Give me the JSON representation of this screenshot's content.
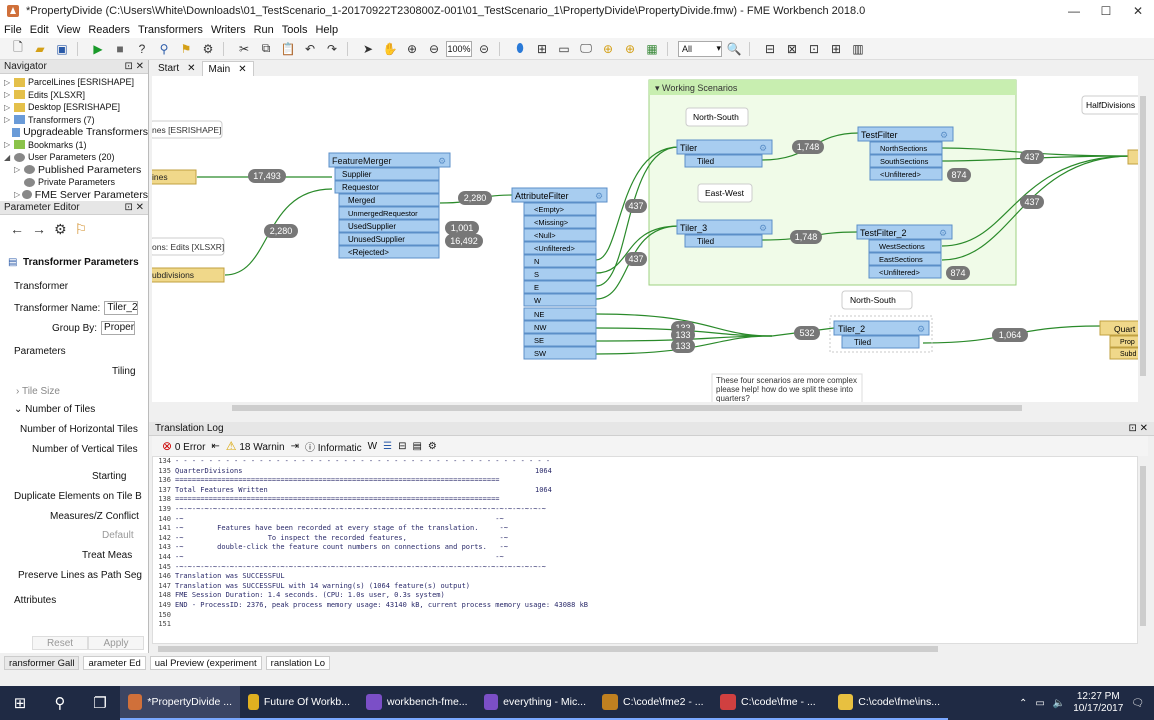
{
  "window": {
    "title": "*PropertyDivide (C:\\Users\\White\\Downloads\\01_TestScenario_1-20170922T230800Z-001\\01_TestScenario_1\\PropertyDivide\\PropertyDivide.fmw) - FME Workbench 2018.0",
    "controls": [
      "—",
      "☐",
      "✕"
    ]
  },
  "menu": [
    "File",
    "Edit",
    "View",
    "Readers",
    "Transformers",
    "Writers",
    "Run",
    "Tools",
    "Help"
  ],
  "toolbar": {
    "zoom": "100%",
    "filter": "All"
  },
  "navigator": {
    "title": "Navigator",
    "items": [
      {
        "label": "ParcelLines [ESRISHAPE]",
        "color": "#e4c04a"
      },
      {
        "label": "Edits [XLSXR]",
        "color": "#e4c04a"
      },
      {
        "label": "Desktop [ESRISHAPE]",
        "color": "#e4c04a"
      },
      {
        "label": "Transformers (7)",
        "color": "#6a9bd8"
      },
      {
        "label": "Upgradeable Transformers",
        "color": "#6a9bd8"
      },
      {
        "label": "Bookmarks (1)",
        "color": "#8bc34a"
      },
      {
        "label": "User Parameters (20)",
        "color": "#888888"
      },
      {
        "label": "Published Parameters",
        "color": "#888888"
      },
      {
        "label": "Private Parameters",
        "color": "#888888"
      },
      {
        "label": "FME Server Parameters",
        "color": "#888888"
      }
    ]
  },
  "param_editor": {
    "title": "Parameter Editor",
    "heading": "Transformer Parameters",
    "transformer_label": "Transformer",
    "name_label": "Transformer Name:",
    "name_value": "Tiler_2",
    "group_label": "Group By:",
    "group_value": "Proper",
    "parameters_label": "Parameters",
    "tiling_label": "Tiling",
    "tile_size": "Tile Size",
    "num_tiles": "Number of Tiles",
    "horiz": "Number of Horizontal Tiles",
    "vert": "Number of Vertical Tiles",
    "starting": "Starting",
    "duplicate": "Duplicate Elements on Tile B",
    "measures": "Measures/Z Conflict",
    "default": "Default",
    "treat": "Treat Meas",
    "preserve": "Preserve Lines as Path Seg",
    "attributes": "Attributes",
    "reset": "Reset",
    "apply": "Apply"
  },
  "tabs": [
    {
      "label": "Start"
    },
    {
      "label": "Main"
    }
  ],
  "canvas": {
    "bookmark": "Working Scenarios",
    "partial_label_1": "nes [ESRISHAPE]",
    "partial_label_2": "ons: Edits [XLSXR]",
    "halfdiv": "HalfDivisions",
    "feature_merger": {
      "name": "FeatureMerger",
      "ports": [
        "Supplier",
        "Requestor",
        "Merged",
        "UnmergedRequestor",
        "UsedSupplier",
        "UnusedSupplier",
        "<Rejected>"
      ]
    },
    "attr_filter": {
      "name": "AttributeFilter",
      "ports": [
        "<Empty>",
        "<Missing>",
        "<Null>",
        "<Unfiltered>",
        "N",
        "S",
        "E",
        "W",
        "NE",
        "NW",
        "SE",
        "SW"
      ]
    },
    "tiler": {
      "name": "Tiler",
      "port": "Tiled"
    },
    "tiler3": {
      "name": "Tiler_3",
      "port": "Tiled"
    },
    "tiler2": {
      "name": "Tiler_2",
      "port": "Tiled"
    },
    "tf": {
      "name": "TestFilter",
      "ports": [
        "NorthSections",
        "SouthSections",
        "<Unfiltered>"
      ]
    },
    "tf2": {
      "name": "TestFilter_2",
      "ports": [
        "WestSections",
        "EastSections",
        "<Unfiltered>"
      ]
    },
    "annotations": {
      "ns": "North-South",
      "ew": "East-West",
      "ns2": "North-South",
      "note": "These four scenarios are more complex please help! how do we split these into quarters?"
    },
    "writer": {
      "name": "Quart",
      "ports": [
        "Prop",
        "Subd"
      ]
    },
    "partial_feature_1": "ines",
    "partial_feature_2": "ubdivisions",
    "counts": [
      "17,493",
      "2,280",
      "2,280",
      "1,001",
      "16,492",
      "437",
      "437",
      "1,748",
      "1,748",
      "874",
      "874",
      "437",
      "437",
      "133",
      "133",
      "133",
      "532",
      "1,064"
    ]
  },
  "log": {
    "title": "Translation Log",
    "errors": "0 Error",
    "warnings": "18 Warnin",
    "info": "Informatic",
    "lines": [
      {
        "n": "134",
        "t": "- - - - - - - - - - - - - - - - - - - - - - - - - - - - - - - - - - - - - - - - - - - - -",
        "c": ""
      },
      {
        "n": "135",
        "t": "QuarterDivisions",
        "c": "1064"
      },
      {
        "n": "136",
        "t": "=============================================================================",
        "c": ""
      },
      {
        "n": "137",
        "t": "Total Features Written",
        "c": "1064"
      },
      {
        "n": "138",
        "t": "=============================================================================",
        "c": ""
      },
      {
        "n": "139",
        "t": "-~-~-~-~-~-~-~-~-~-~-~-~-~-~-~-~-~-~-~-~-~-~-~-~-~-~-~-~-~-~-~-~-~-~-~-~-~-~-~-~-~-~-~-~",
        "c": ""
      },
      {
        "n": "140",
        "t": "-~                                                                          -~",
        "c": ""
      },
      {
        "n": "141",
        "t": "-~        Features have been recorded at every stage of the translation.     -~",
        "c": ""
      },
      {
        "n": "142",
        "t": "-~                    To inspect the recorded features,                      -~",
        "c": ""
      },
      {
        "n": "143",
        "t": "-~        double-click the feature count numbers on connections and ports.   -~",
        "c": ""
      },
      {
        "n": "144",
        "t": "-~                                                                          -~",
        "c": ""
      },
      {
        "n": "145",
        "t": "-~-~-~-~-~-~-~-~-~-~-~-~-~-~-~-~-~-~-~-~-~-~-~-~-~-~-~-~-~-~-~-~-~-~-~-~-~-~-~-~-~-~-~-~",
        "c": ""
      },
      {
        "n": "146",
        "t": "Translation was SUCCESSFUL",
        "c": ""
      },
      {
        "n": "147",
        "t": "Translation was SUCCESSFUL with 14 warning(s) (1064 feature(s) output)",
        "c": ""
      },
      {
        "n": "148",
        "t": "FME Session Duration: 1.4 seconds. (CPU: 1.0s user, 0.3s system)",
        "c": ""
      },
      {
        "n": "149",
        "t": "END - ProcessID: 2376, peak process memory usage: 43140 kB, current process memory usage: 43088 kB",
        "c": ""
      },
      {
        "n": "150",
        "t": "",
        "c": ""
      },
      {
        "n": "151",
        "t": "",
        "c": ""
      }
    ]
  },
  "bottom_tabs": [
    "ransformer Gall",
    "arameter Ed",
    "ual Preview (experiment",
    "ranslation Lo"
  ],
  "taskbar": {
    "apps": [
      {
        "label": "*PropertyDivide ...",
        "color": "#d0703a",
        "active": true
      },
      {
        "label": "Future Of Workb...",
        "color": "#e0b020",
        "active": false
      },
      {
        "label": "workbench-fme...",
        "color": "#7b4fc7",
        "active": false
      },
      {
        "label": "everything - Mic...",
        "color": "#7b4fc7",
        "active": false
      },
      {
        "label": "C:\\code\\fme2 - ...",
        "color": "#c08020",
        "active": false
      },
      {
        "label": "C:\\code\\fme - ...",
        "color": "#d04040",
        "active": false
      },
      {
        "label": "C:\\code\\fme\\ins...",
        "color": "#e8c040",
        "active": false
      }
    ],
    "time": "12:27 PM",
    "date": "10/17/2017"
  }
}
